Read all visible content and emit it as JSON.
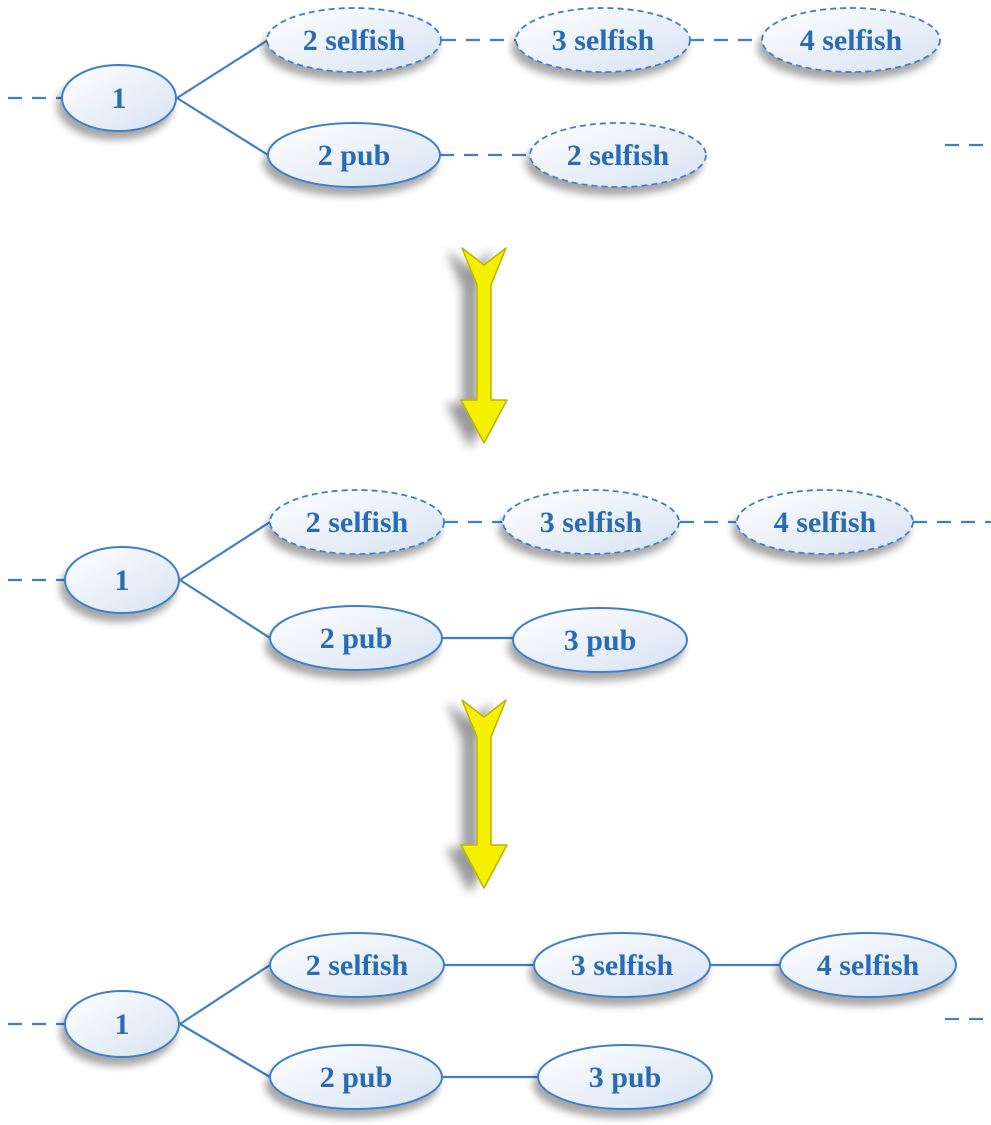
{
  "colors": {
    "edge": "#3f7fc8",
    "node_stroke": "#3f7fc8",
    "text": "#2b6cb4",
    "node_fill_light": "#ffffff",
    "node_fill_dark": "#dce6f3",
    "arrow_fill": "#f5f000",
    "arrow_stroke": "#b8b400"
  },
  "stages": [
    {
      "root": "1",
      "top_chain": [
        "2 selfish",
        "3 selfish",
        "4 selfish"
      ],
      "top_chain_status": "hidden",
      "bottom_chain": [
        "2 pub",
        "2 selfish"
      ],
      "bottom_chain_status": [
        "published",
        "hidden"
      ]
    },
    {
      "root": "1",
      "top_chain": [
        "2 selfish",
        "3 selfish",
        "4 selfish"
      ],
      "top_chain_status": "hidden",
      "bottom_chain": [
        "2 pub",
        "3 pub"
      ],
      "bottom_chain_status": [
        "published",
        "published"
      ]
    },
    {
      "root": "1",
      "top_chain": [
        "2 selfish",
        "3 selfish",
        "4 selfish"
      ],
      "top_chain_status": "published",
      "bottom_chain": [
        "2 pub",
        "3 pub"
      ],
      "bottom_chain_status": [
        "published",
        "published"
      ]
    }
  ],
  "transitions": 2
}
